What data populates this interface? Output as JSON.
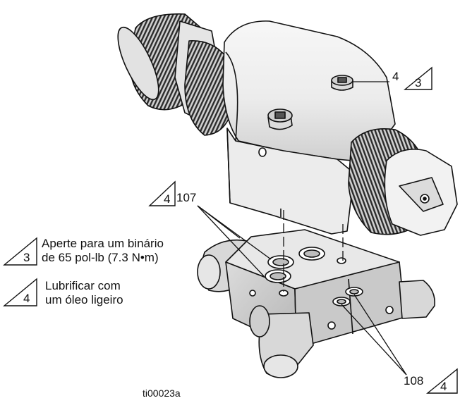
{
  "diagram": {
    "callouts": {
      "screw_ref": "4",
      "screw_note": "3",
      "oring_note": "4",
      "oring_ref": "107",
      "port_ref": "108",
      "port_note": "4"
    },
    "legend": [
      {
        "symbol": "3",
        "line1": "Aperte para um binário",
        "line2": "de 65 pol-lb (7.3 N•m)"
      },
      {
        "symbol": "4",
        "line1": "Lubrificar com",
        "line2": "um óleo ligeiro"
      }
    ],
    "figure_id": "ti00023a"
  },
  "colors": {
    "line": "#111111",
    "body": "#e9e9e9",
    "body_dark": "#bdbdbd",
    "body_mid": "#d4d4d4",
    "knurl": "#3a3a3a"
  }
}
